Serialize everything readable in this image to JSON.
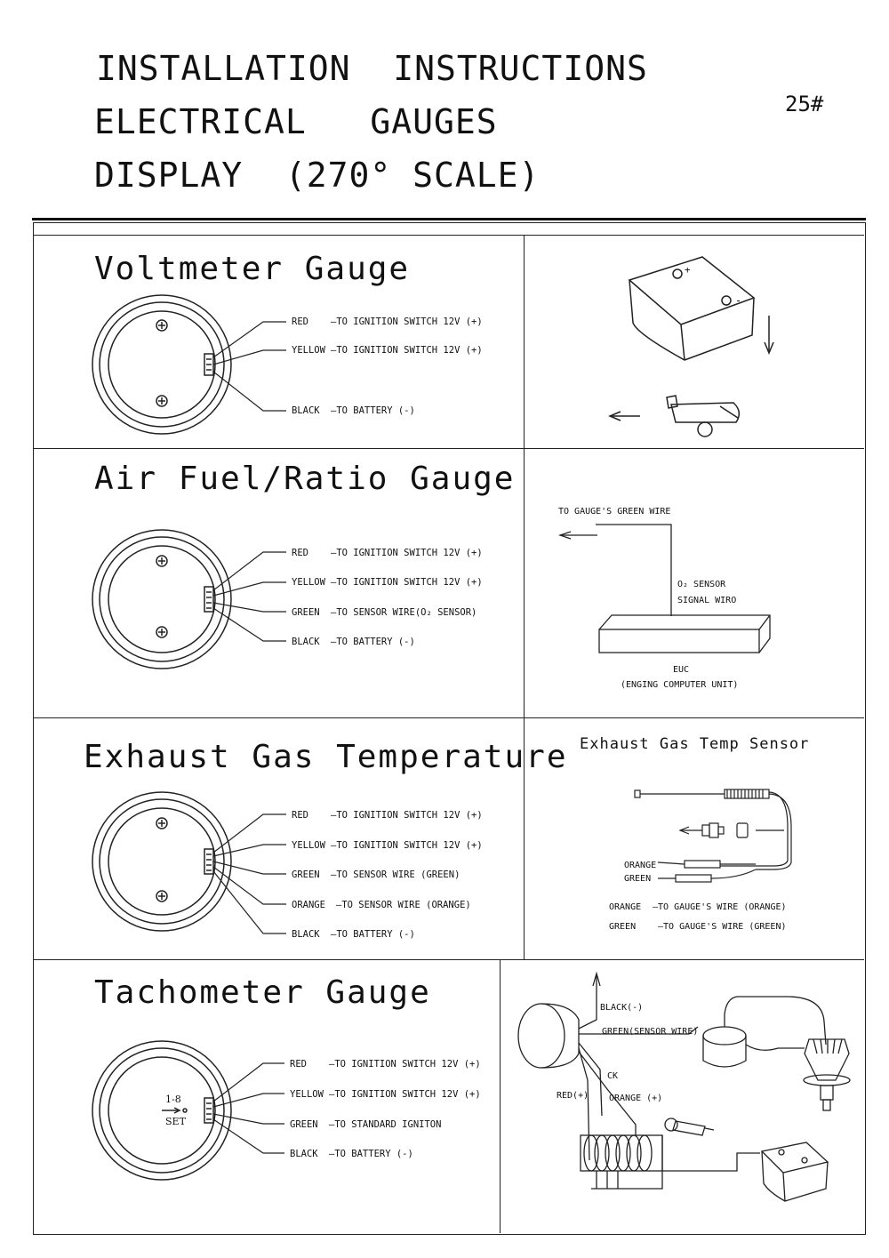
{
  "header": {
    "line1": "INSTALLATION  INSTRUCTIONS",
    "line2": "ELECTRICAL   GAUGES",
    "line3": "DISPLAY  (270° SCALE)",
    "doc_number": "25#"
  },
  "voltmeter": {
    "title": "Voltmeter Gauge",
    "wires": [
      {
        "color": "RED",
        "dest": "—TO IGNITION SWITCH 12V (+)"
      },
      {
        "color": "YELLOW",
        "dest": "—TO IGNITION SWITCH 12V (+)"
      },
      {
        "color": "BLACK",
        "dest": "—TO BATTERY (-)"
      }
    ]
  },
  "afr": {
    "title": "Air Fuel/Ratio Gauge",
    "wires": [
      {
        "color": "RED",
        "dest": "—TO IGNITION SWITCH 12V (+)"
      },
      {
        "color": "YELLOW",
        "dest": "—TO IGNITION SWITCH 12V (+)"
      },
      {
        "color": "GREEN",
        "dest": "—TO SENSOR WIRE(O₂ SENSOR)"
      },
      {
        "color": "BLACK",
        "dest": "—TO BATTERY (-)"
      }
    ],
    "diagram": {
      "to_gauge": "TO GAUGE'S GREEN WIRE",
      "o2_line1": "O₂ SENSOR",
      "o2_line2": "SIGNAL WIRO",
      "euc": "EUC",
      "euc_full": "(ENGING COMPUTER UNIT)"
    }
  },
  "egt": {
    "title": "Exhaust Gas Temperature",
    "wires": [
      {
        "color": "RED",
        "dest": "—TO IGNITION SWITCH 12V (+)"
      },
      {
        "color": "YELLOW",
        "dest": "—TO IGNITION SWITCH 12V (+)"
      },
      {
        "color": "GREEN",
        "dest": "—TO SENSOR WIRE (GREEN)"
      },
      {
        "color": "ORANGE",
        "dest": "—TO SENSOR WIRE (ORANGE)"
      },
      {
        "color": "BLACK",
        "dest": "—TO BATTERY (-)"
      }
    ],
    "diagram": {
      "title": "Exhaust Gas Temp Sensor",
      "label_orange": "ORANGE",
      "label_green": "GREEN",
      "note1_color": "ORANGE",
      "note1_dest": "—TO GAUGE'S WIRE (ORANGE)",
      "note2_color": "GREEN",
      "note2_dest": "—TO GAUGE'S WIRE (GREEN)"
    }
  },
  "tach": {
    "title": "Tachometer Gauge",
    "selector_top": "1-8",
    "selector_bottom": "SET",
    "wires": [
      {
        "color": "RED",
        "dest": "—TO IGNITION SWITCH 12V (+)"
      },
      {
        "color": "YELLOW",
        "dest": "—TO IGNITION SWITCH 12V (+)"
      },
      {
        "color": "GREEN",
        "dest": "—TO STANDARD IGNITON"
      },
      {
        "color": "BLACK",
        "dest": "—TO BATTERY (-)"
      }
    ],
    "diagram": {
      "black": "BLACK(-)",
      "green": "GREEN(SENSOR WIRE)",
      "ck": "CK",
      "red": "RED(+)",
      "orange": "ORANGE (+)"
    }
  }
}
